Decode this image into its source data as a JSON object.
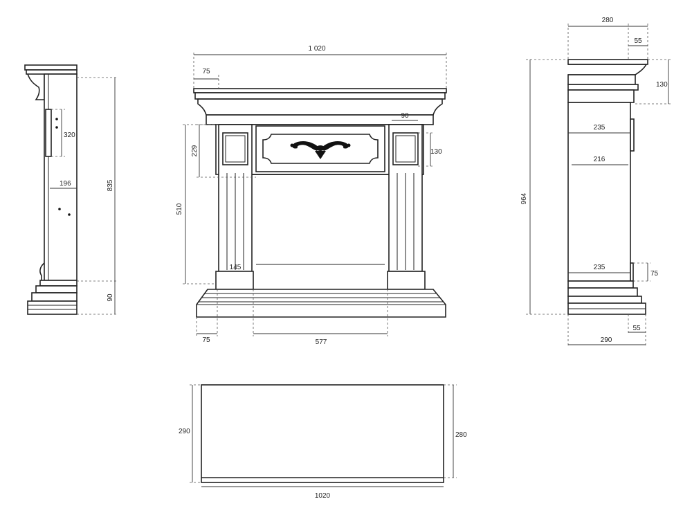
{
  "colors": {
    "line": "#222222",
    "background": "#ffffff",
    "ornament": "#111111"
  },
  "side_view_left": {
    "dims": {
      "height_total": "835",
      "bracket_spacing": "320",
      "depth": "196",
      "plinth_height": "90"
    }
  },
  "front_view": {
    "dims": {
      "width_total": "1 020",
      "shelf_overhang": "75",
      "upper_panel_height": "229",
      "pillar_height": "510",
      "pillar_width_top": "90",
      "pillar_panel_height": "130",
      "pillar_base_width": "145",
      "base_offset": "75",
      "opening_width": "577"
    }
  },
  "side_view_right": {
    "dims": {
      "shelf_depth": "280",
      "shelf_overhang_top": "55",
      "cornice_height": "130",
      "height_total": "964",
      "depth_upper": "235",
      "depth_inner": "216",
      "depth_lower": "235",
      "base_step": "75",
      "base_overhang": "55",
      "base_depth": "290"
    }
  },
  "plan_view": {
    "dims": {
      "depth_left": "290",
      "depth_right": "280",
      "width": "1020"
    }
  }
}
